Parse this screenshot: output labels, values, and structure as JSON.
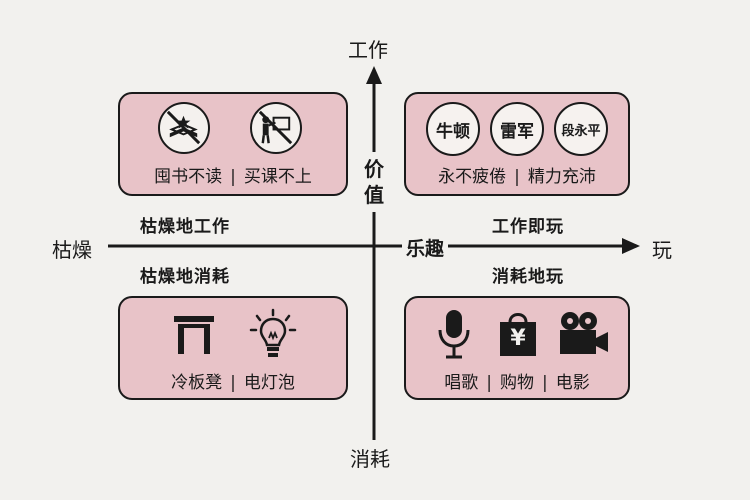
{
  "axes": {
    "top": "工作",
    "bottom": "消耗",
    "left": "枯燥",
    "right": "玩",
    "vertical_middle": [
      "价",
      "值"
    ],
    "horizontal_middle": "乐趣"
  },
  "quadrant_labels": {
    "top_left": "枯燥地工作",
    "bottom_left": "枯燥地消耗",
    "top_right": "工作即玩",
    "bottom_right": "消耗地玩"
  },
  "panels": {
    "top_left": {
      "items": [
        "囤书不读",
        "买课不上"
      ]
    },
    "top_right": {
      "names": [
        "牛顿",
        "雷军",
        "段永平"
      ],
      "items": [
        "永不疲倦",
        "精力充沛"
      ]
    },
    "bottom_left": {
      "items": [
        "冷板凳",
        "电灯泡"
      ]
    },
    "bottom_right": {
      "items": [
        "唱歌",
        "购物",
        "电影"
      ]
    }
  },
  "separator": "|",
  "icons": {
    "no_reading": "no-book-icon",
    "no_class": "no-class-icon",
    "bench": "bench-icon",
    "bulb": "lightbulb-icon",
    "mic": "microphone-icon",
    "shopping": "shopping-bag-yen-icon",
    "camera": "movie-camera-icon",
    "yen_sign": "¥"
  },
  "colors": {
    "panel": "#e8c3c8",
    "ink": "#1a1a1a",
    "background": "#f2f1ee"
  }
}
